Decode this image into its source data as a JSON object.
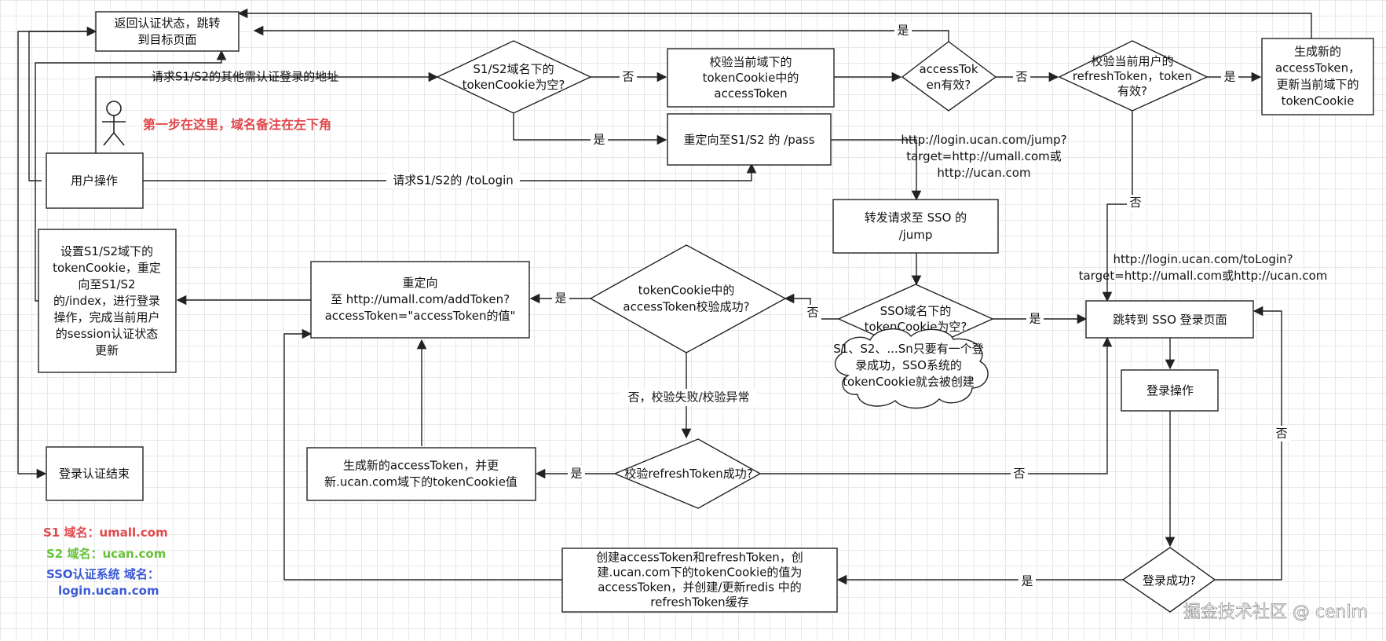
{
  "nodes": {
    "return_auth": "返回认证状态，跳转\n到目标页面",
    "s1s2_empty": "S1/S2域名下的\ntokenCookie为空?",
    "check_access_cookie": "校验当前域下的\ntokenCookie中的\naccessToken",
    "access_valid": "accessTok\nen有效?",
    "check_refresh": "校验当前用户的\nrefreshToken，token\n有效?",
    "gen_access_top": "生成新的\naccessToken，\n更新当前域下的\ntokenCookie",
    "user_action": "用户操作",
    "redirect_pass": "重定向至S1/S2 的 /pass",
    "forward_jump": "转发请求至 SSO 的\n/jump",
    "set_cookie": "设置S1/S2域下的\ntokenCookie，重定\n向至S1/S2\n的/index，进行登录\n操作，完成当前用户\n的session认证状态\n更新",
    "redirect_addtoken": "重定向\n至 http://umall.com/addToken?\naccessToken=\"accessToken的值\"",
    "token_cookie_valid": "tokenCookie中的\naccessToken校验成功?",
    "sso_empty": "SSO域名下的\ntokenCookie为空?",
    "goto_sso_login": "跳转到 SSO 登录页面",
    "login_op": "登录操作",
    "login_end": "登录认证结束",
    "gen_access_bottom": "生成新的accessToken，并更\n新.ucan.com域下的tokenCookie值",
    "check_refresh_ok": "校验refreshToken成功?",
    "create_tokens": "创建accessToken和refreshToken，创\n建.ucan.com下的tokenCookie的值为\naccessToken，并创建/更新redis 中的\nrefreshToken缓存",
    "login_success": "登录成功?"
  },
  "edge_labels": {
    "other_urls": "请求S1/S2的其他需认证登录的地址",
    "no_1": "否",
    "no_2": "否",
    "yes_top": "是",
    "yes_gen": "是",
    "yes_pass": "是",
    "to_login_req": "请求S1/S2的 /toLogin",
    "jump_url": "http://login.ucan.com/jump?\ntarget=http://umall.com或\nhttp://ucan.com",
    "no_refresh": "否",
    "tologin_url": "http://login.ucan.com/toLogin?\ntarget=http://umall.com或http://ucan.com",
    "yes_redirect": "是",
    "no_sso": "否",
    "yes_sso": "是",
    "fail_check": "否，校验失败/校验异常",
    "yes_gen_bottom": "是",
    "no_bottom": "否",
    "no_login": "否",
    "yes_login": "是"
  },
  "annotations": {
    "first_step": "第一步在这里，域名备注在左下角",
    "cloud_note": "S1、S2、...Sn只要有一个登\n录成功，SSO系统的\ntokenCookie就会被创建"
  },
  "legend": {
    "s1": "S1 域名：umall.com",
    "s2": "S2 域名：ucan.com",
    "sso_line1": "SSO认证系统 域名：",
    "sso_line2": "login.ucan.com"
  },
  "watermark": "掘金技术社区 @ cenlm",
  "colors": {
    "s1": "#e0484c",
    "s2": "#67c23a",
    "sso": "#3b5bd6",
    "note": "#e0484c"
  }
}
